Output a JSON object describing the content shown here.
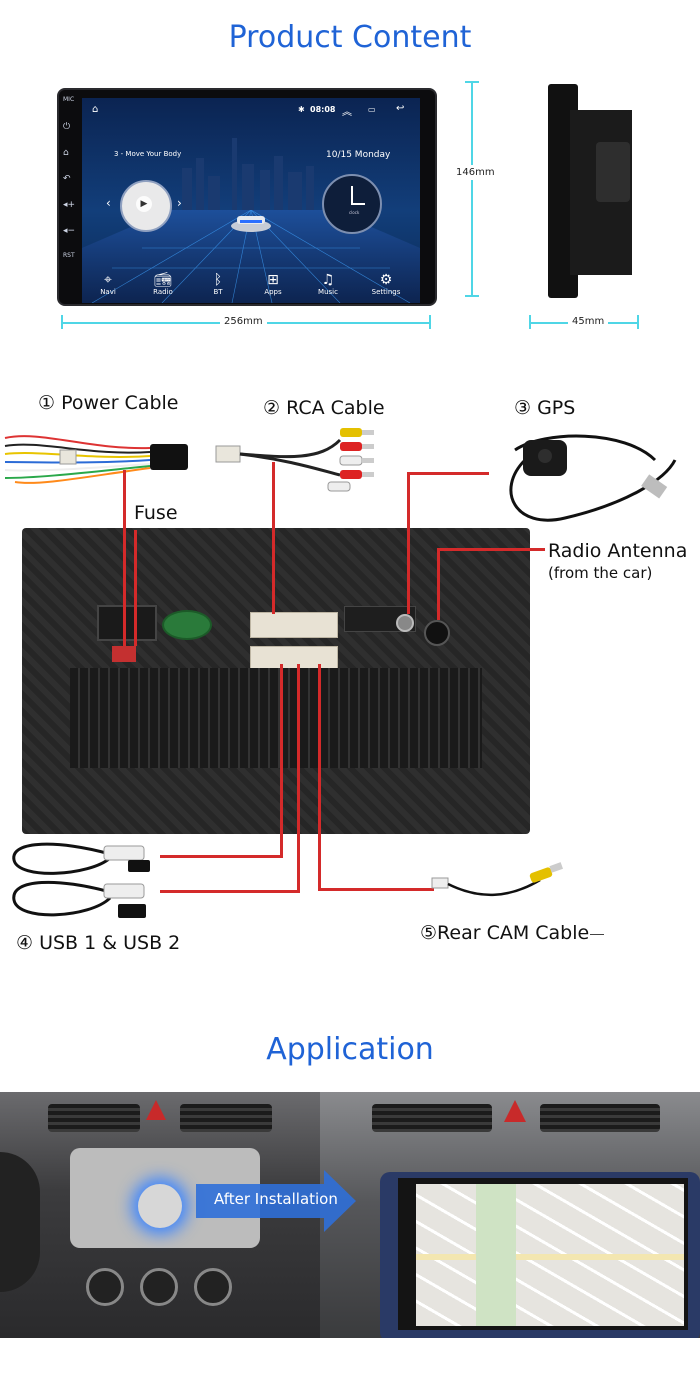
{
  "headings": {
    "product_content": "Product Content",
    "application": "Application"
  },
  "device_screen": {
    "time": "08:08",
    "media_title": "3 - Move Your Body",
    "date": "10/15 Monday",
    "side_labels": [
      "MIC",
      "RST"
    ],
    "dock": [
      {
        "label": "Navi",
        "icon": "map-pin-icon"
      },
      {
        "label": "Radio",
        "icon": "radio-icon"
      },
      {
        "label": "BT",
        "icon": "bluetooth-icon"
      },
      {
        "label": "Apps",
        "icon": "apps-grid-icon"
      },
      {
        "label": "Music",
        "icon": "music-note-icon"
      },
      {
        "label": "Settings",
        "icon": "gear-icon"
      }
    ],
    "clock_label": "clock"
  },
  "dimensions": {
    "width": "256mm",
    "height": "146mm",
    "depth": "45mm"
  },
  "components": {
    "power_cable": "① Power Cable",
    "rca_cable": "② RCA Cable",
    "gps": "③ GPS",
    "fuse": "Fuse",
    "radio_antenna": "Radio Antenna",
    "radio_antenna_note": "(from the car)",
    "usb": "④ USB 1 & USB 2",
    "rear_cam": "⑤Rear CAM Cable"
  },
  "application": {
    "after_installation": "After Installation"
  },
  "colors": {
    "heading_blue": "#1f63d6",
    "dimension_cyan": "#4fd6e6",
    "callout_red": "#d42a2a"
  }
}
